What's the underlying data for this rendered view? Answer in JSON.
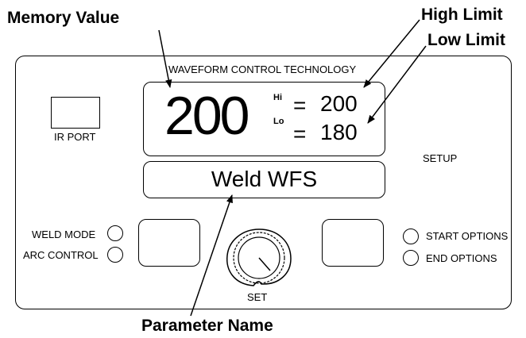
{
  "callouts": {
    "memory_value": "Memory Value",
    "high_limit": "High Limit",
    "low_limit": "Low Limit",
    "parameter_name": "Parameter Name"
  },
  "panel": {
    "header": "WAVEFORM CONTROL TECHNOLOGY",
    "ir_port": "IR PORT",
    "setup": "SETUP",
    "set": "SET"
  },
  "display": {
    "memory_value": "200",
    "hi_label": "Hi",
    "lo_label": "Lo",
    "equals": "=",
    "high_value": "200",
    "low_value": "180",
    "parameter": "Weld WFS"
  },
  "left_indicators": [
    {
      "label": "WELD MODE"
    },
    {
      "label": "ARC CONTROL"
    }
  ],
  "right_indicators": [
    {
      "label": "START OPTIONS"
    },
    {
      "label": "END OPTIONS"
    }
  ]
}
